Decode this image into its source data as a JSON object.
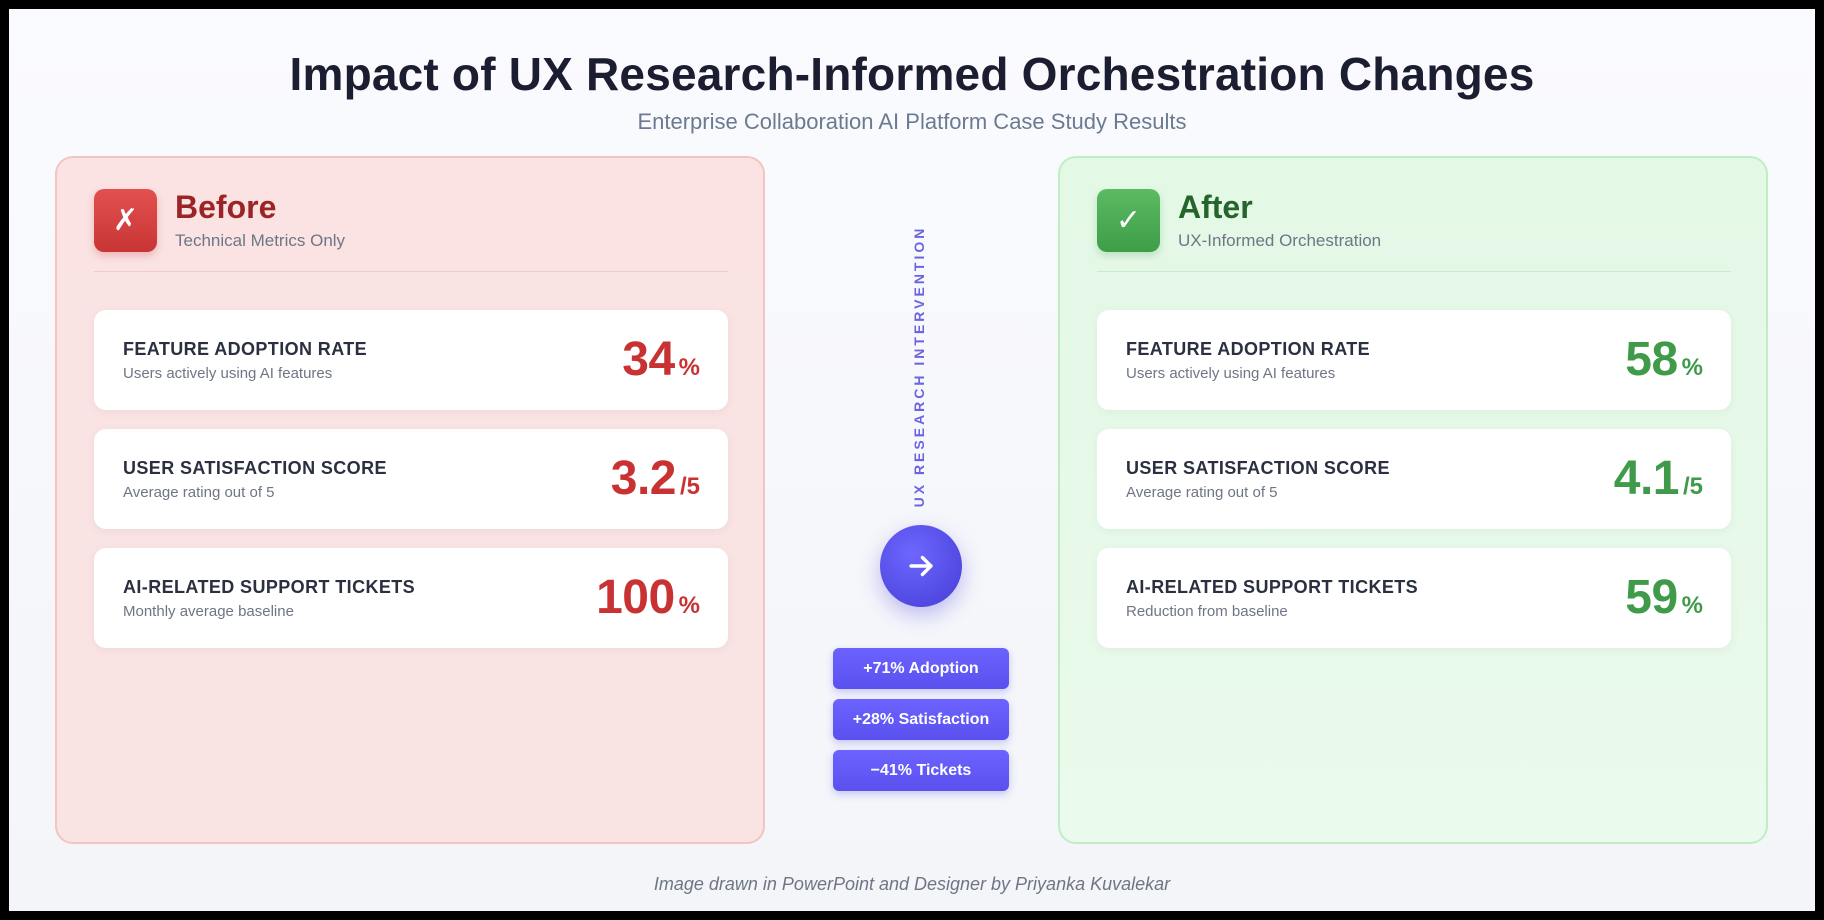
{
  "title": "Impact of UX Research-Informed Orchestration Changes",
  "subtitle": "Enterprise Collaboration AI Platform Case Study Results",
  "before": {
    "badge_glyph": "✗",
    "title": "Before",
    "subtitle": "Technical Metrics Only",
    "accent_color": "#c93232",
    "metrics": [
      {
        "label": "FEATURE ADOPTION RATE",
        "desc": "Users actively using AI features",
        "value": "34",
        "unit": "%"
      },
      {
        "label": "USER SATISFACTION SCORE",
        "desc": "Average rating out of 5",
        "value": "3.2",
        "unit": "/5"
      },
      {
        "label": "AI-RELATED SUPPORT TICKETS",
        "desc": "Monthly average baseline",
        "value": "100",
        "unit": "%"
      }
    ]
  },
  "after": {
    "badge_glyph": "✓",
    "title": "After",
    "subtitle": "UX-Informed Orchestration",
    "accent_color": "#3f9a4a",
    "metrics": [
      {
        "label": "FEATURE ADOPTION RATE",
        "desc": "Users actively using AI features",
        "value": "58",
        "unit": "%"
      },
      {
        "label": "USER SATISFACTION SCORE",
        "desc": "Average rating out of 5",
        "value": "4.1",
        "unit": "/5"
      },
      {
        "label": "AI-RELATED SUPPORT TICKETS",
        "desc": "Reduction from baseline",
        "value": "59",
        "unit": "%"
      }
    ]
  },
  "center": {
    "vertical_label": "UX RESEARCH INTERVENTION",
    "arrow_icon": "arrow-right-icon",
    "accent_color": "#5a50ee",
    "pills": [
      "+71% Adoption",
      "+28% Satisfaction",
      "−41% Tickets"
    ]
  },
  "credit": "Image drawn in PowerPoint and Designer by Priyanka Kuvalekar"
}
